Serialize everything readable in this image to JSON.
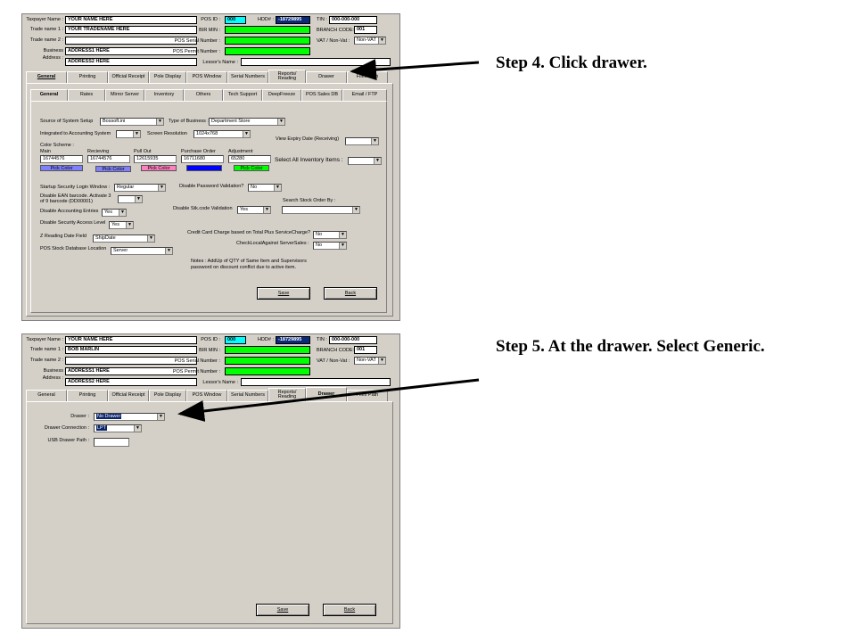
{
  "annotations": {
    "step4": "Step 4. Click drawer.",
    "step5": "Step 5. At the drawer. Select Generic."
  },
  "header": {
    "taxpayer_label": "Taxpayer Name :",
    "taxpayer_value": "YOUR NAME HERE",
    "trade1_label": "Trade name 1 :",
    "trade1_value_1": "YOUR TRADENAME HERE",
    "trade1_value_2": "BOB MARLIN",
    "trade2_label": "Trade name 2 :",
    "business_label": "Business",
    "address_label": "Address :",
    "address1": "ADDRESS1 HERE",
    "address2": "ADDRESS2 HERE",
    "pos_id_label": "POS ID :",
    "pos_id_value": "000",
    "hdd_label": "HDD# :",
    "hdd_value": "-18729895",
    "bir_label": "BIR MIN :",
    "serial_label": "POS Serial Number :",
    "permit_label": "POS Permit Number :",
    "lessor_label": "Lessor's Name :",
    "tin_label": "TIN :",
    "tin_value": "000-000-000",
    "branch_label": "BRANCH CODE:",
    "branch_value": "001",
    "vat_label": "VAT / Non-Vat :",
    "vat_value": "Non-VAT"
  },
  "tabs": [
    {
      "label": "General"
    },
    {
      "label": "Printing"
    },
    {
      "label": "Official Receipt"
    },
    {
      "label": "Pole Display"
    },
    {
      "label": "POS Window"
    },
    {
      "label": "Serial Numbers"
    },
    {
      "label": "Reports/ Reading"
    },
    {
      "label": "Drawer"
    },
    {
      "label": "Files Path"
    }
  ],
  "subtabs": [
    {
      "label": "General"
    },
    {
      "label": "Rates"
    },
    {
      "label": "Mirror Server"
    },
    {
      "label": "Inventory"
    },
    {
      "label": "Others"
    },
    {
      "label": "Tech Support"
    },
    {
      "label": "DeepFreeze"
    },
    {
      "label": "POS Sales DB"
    },
    {
      "label": "Email / FTP"
    }
  ],
  "general": {
    "source_label": "Source of System Setup",
    "source_value": "Bossoft.ini",
    "business_type_label": "Type of Business :",
    "business_type_value": "Department Store",
    "integrated_label": "Integrated to Accounting System",
    "resolution_label": "Screen Resolution",
    "resolution_value": "1024x768",
    "expiry_label": "View Expiry Date (Receiving)",
    "color_scheme_label": "Color Scheme :",
    "colors": [
      {
        "label": "Main",
        "value": "16744576",
        "button": "Pick Color",
        "hex": "#8080ff"
      },
      {
        "label": "Recieving",
        "value": "16744576",
        "button": "Pick Color",
        "hex": "#8080ff"
      },
      {
        "label": "Pull Out",
        "value": "12615935",
        "button": "Pick Color",
        "hex": "#ff80c0"
      },
      {
        "label": "Purchase Order",
        "value": "16711680",
        "button": "Pick Color",
        "hex": "#0000ff"
      },
      {
        "label": "Adjustment",
        "value": "65280",
        "button": "Pick Color",
        "hex": "#00ff00"
      }
    ],
    "select_inventory_label": "Select All Inventory Items :",
    "startup_label": "Startup Security Login Window :",
    "startup_value": "Regular",
    "disable_pw_label": "Disable Password Validation?",
    "disable_pw_value": "No",
    "ean_label_1": "Disable EAN barcode. Activate 3",
    "ean_label_2": "of 9 barcode (DD00001)",
    "search_order_label": "Search Stock Order By :",
    "disable_accounting_label": "Disable Accounting Entries",
    "disable_accounting_value": "Yes",
    "stkcode_label": "Disable Stk.code Validation",
    "stkcode_value": "Yes",
    "disable_access_label": "Disable Security Access Level",
    "disable_access_value": "Yes",
    "credit_card_label": "Credit Card Charge based on Total Plus ServiceCharge?",
    "credit_card_value": "No",
    "zreading_label": "Z Reading Date Field",
    "zreading_value": "ShipDate",
    "checklocal_label": "CheckLocalAgainst ServerSales :",
    "checklocal_value": "No",
    "stockdb_label": "POS Stock Database Location",
    "stockdb_value": "Server",
    "notes_1": "Notes :  AddUp of QTY of Same Item and Supervisors",
    "notes_2": "password on discount conflict due to active item."
  },
  "drawer": {
    "drawer_label": "Drawer :",
    "drawer_value": "No Drawer",
    "connection_label": "Drawer Connection :",
    "connection_value": "LPT",
    "usb_label": "USB Drawer Path :"
  },
  "buttons": {
    "save": "Save",
    "back": "Back"
  }
}
